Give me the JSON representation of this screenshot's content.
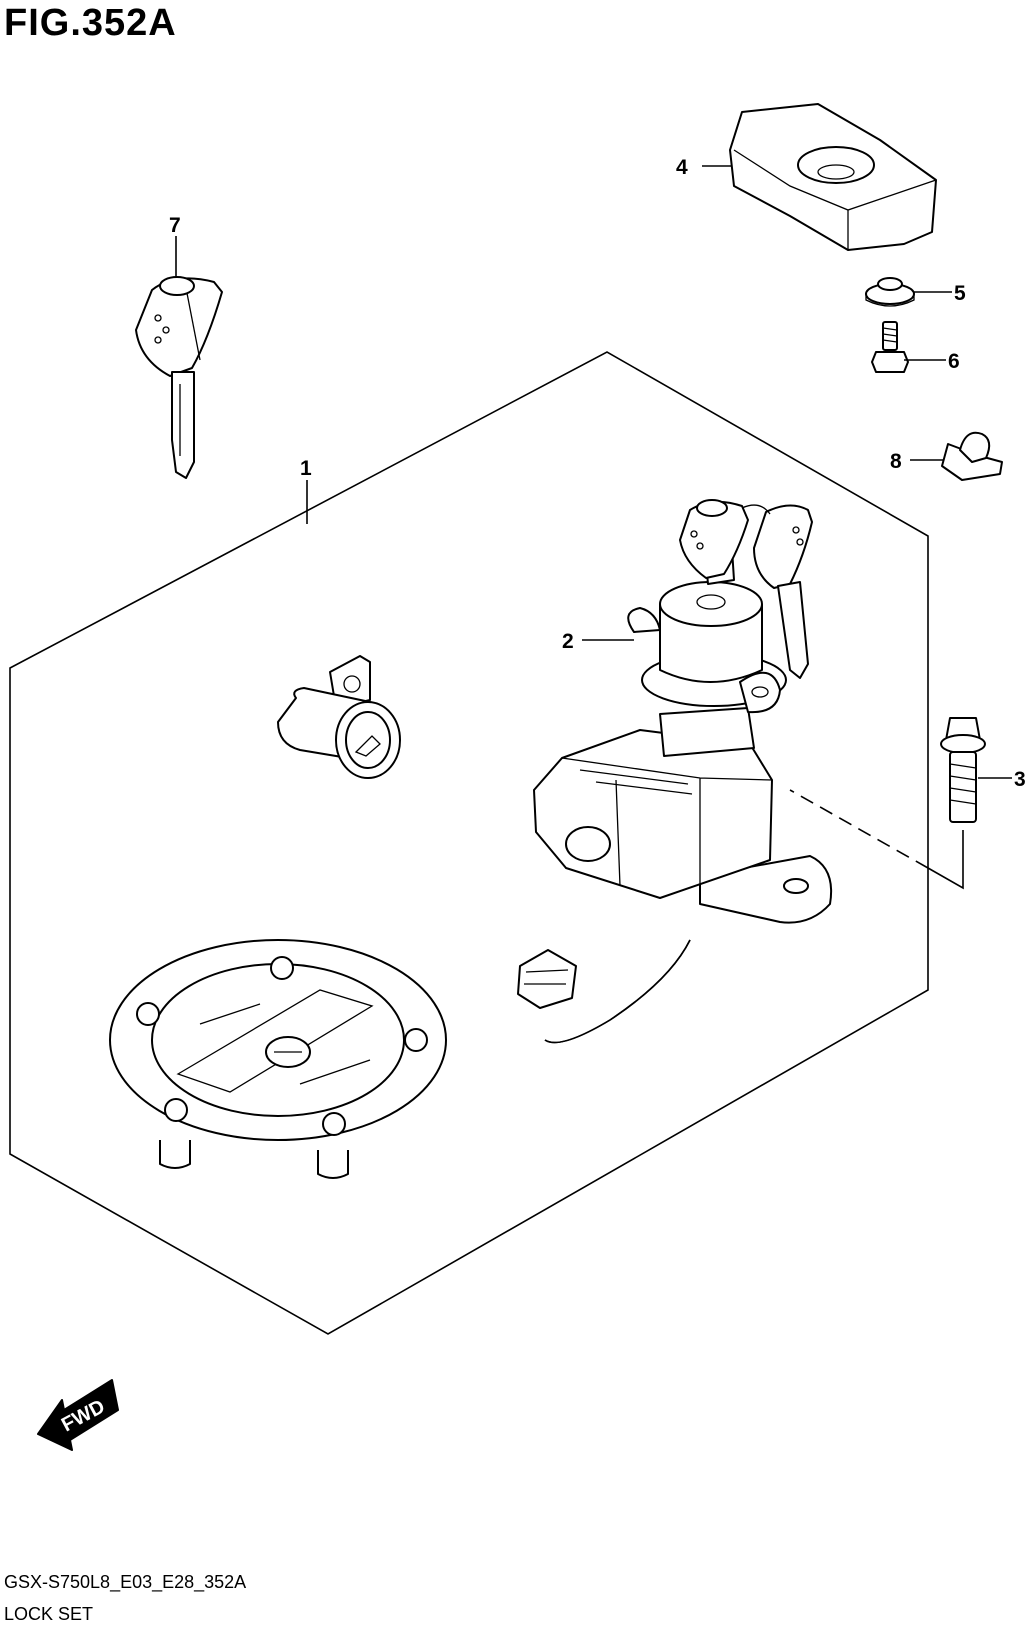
{
  "figure": {
    "title": "FIG.352A"
  },
  "footer": {
    "code": "GSX-S750L8_E03_E28_352A",
    "name": "LOCK SET"
  },
  "callouts": {
    "c1": "1",
    "c2": "2",
    "c3": "3",
    "c4": "4",
    "c5": "5",
    "c6": "6",
    "c7": "7",
    "c8": "8"
  },
  "fwd": {
    "label": "FWD"
  },
  "icons": {
    "key": "key-icon",
    "lock-cover": "lock-cover-icon",
    "washer": "washer-icon",
    "bolt": "bolt-icon",
    "clamp": "clamp-icon",
    "ignition": "ignition-switch-icon",
    "seat-lock": "seat-lock-icon",
    "fuel-cap": "fuel-cap-icon",
    "fwd-arrow": "fwd-arrow-icon"
  }
}
